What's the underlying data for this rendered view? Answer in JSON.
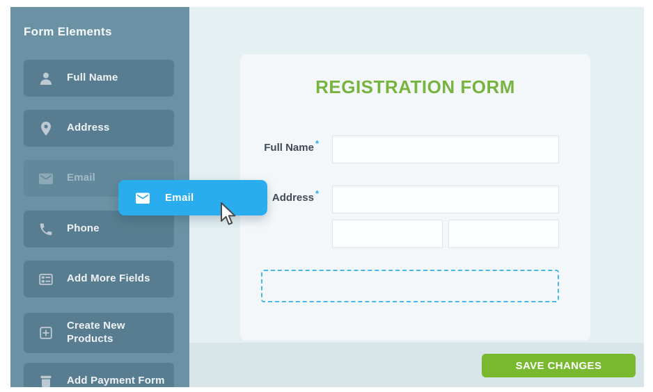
{
  "sidebar": {
    "title": "Form Elements",
    "items": [
      {
        "label": "Full Name",
        "icon": "user-icon",
        "state": "normal"
      },
      {
        "label": "Address",
        "icon": "map-pin-icon",
        "state": "normal"
      },
      {
        "label": "Email",
        "icon": "envelope-icon",
        "state": "drag-source-ghost"
      },
      {
        "label": "Phone",
        "icon": "phone-icon",
        "state": "normal"
      },
      {
        "label": "Add More Fields",
        "icon": "fields-grid-icon",
        "state": "normal"
      },
      {
        "label": "Create New Products",
        "icon": "plus-square-icon",
        "state": "normal"
      },
      {
        "label": "Add Payment Form",
        "icon": "payment-box-icon",
        "state": "normal"
      }
    ]
  },
  "drag_chip": {
    "label": "Email",
    "icon": "envelope-icon"
  },
  "canvas": {
    "form_title": "REGISTRATION FORM",
    "fields": [
      {
        "label": "Full Name",
        "required_marker": "*",
        "value": ""
      },
      {
        "label": "Address",
        "required_marker": "*",
        "value": "",
        "sub_values": [
          "",
          ""
        ]
      }
    ],
    "drop_zone_hint": ""
  },
  "footer": {
    "save_button": "SAVE CHANGES"
  },
  "colors": {
    "sidebar_bg": "#6b92a4",
    "sidebar_item_bg": "#587d90",
    "accent_blue": "#2aadef",
    "canvas_bg": "#e4f0f2",
    "card_bg": "#f3f7f9",
    "footer_band_bg": "#d8e5e9",
    "brand_green": "#78b92f",
    "title_green": "#77b43f",
    "label_text": "#3e4b57",
    "dashed_border": "#45b7e8"
  }
}
